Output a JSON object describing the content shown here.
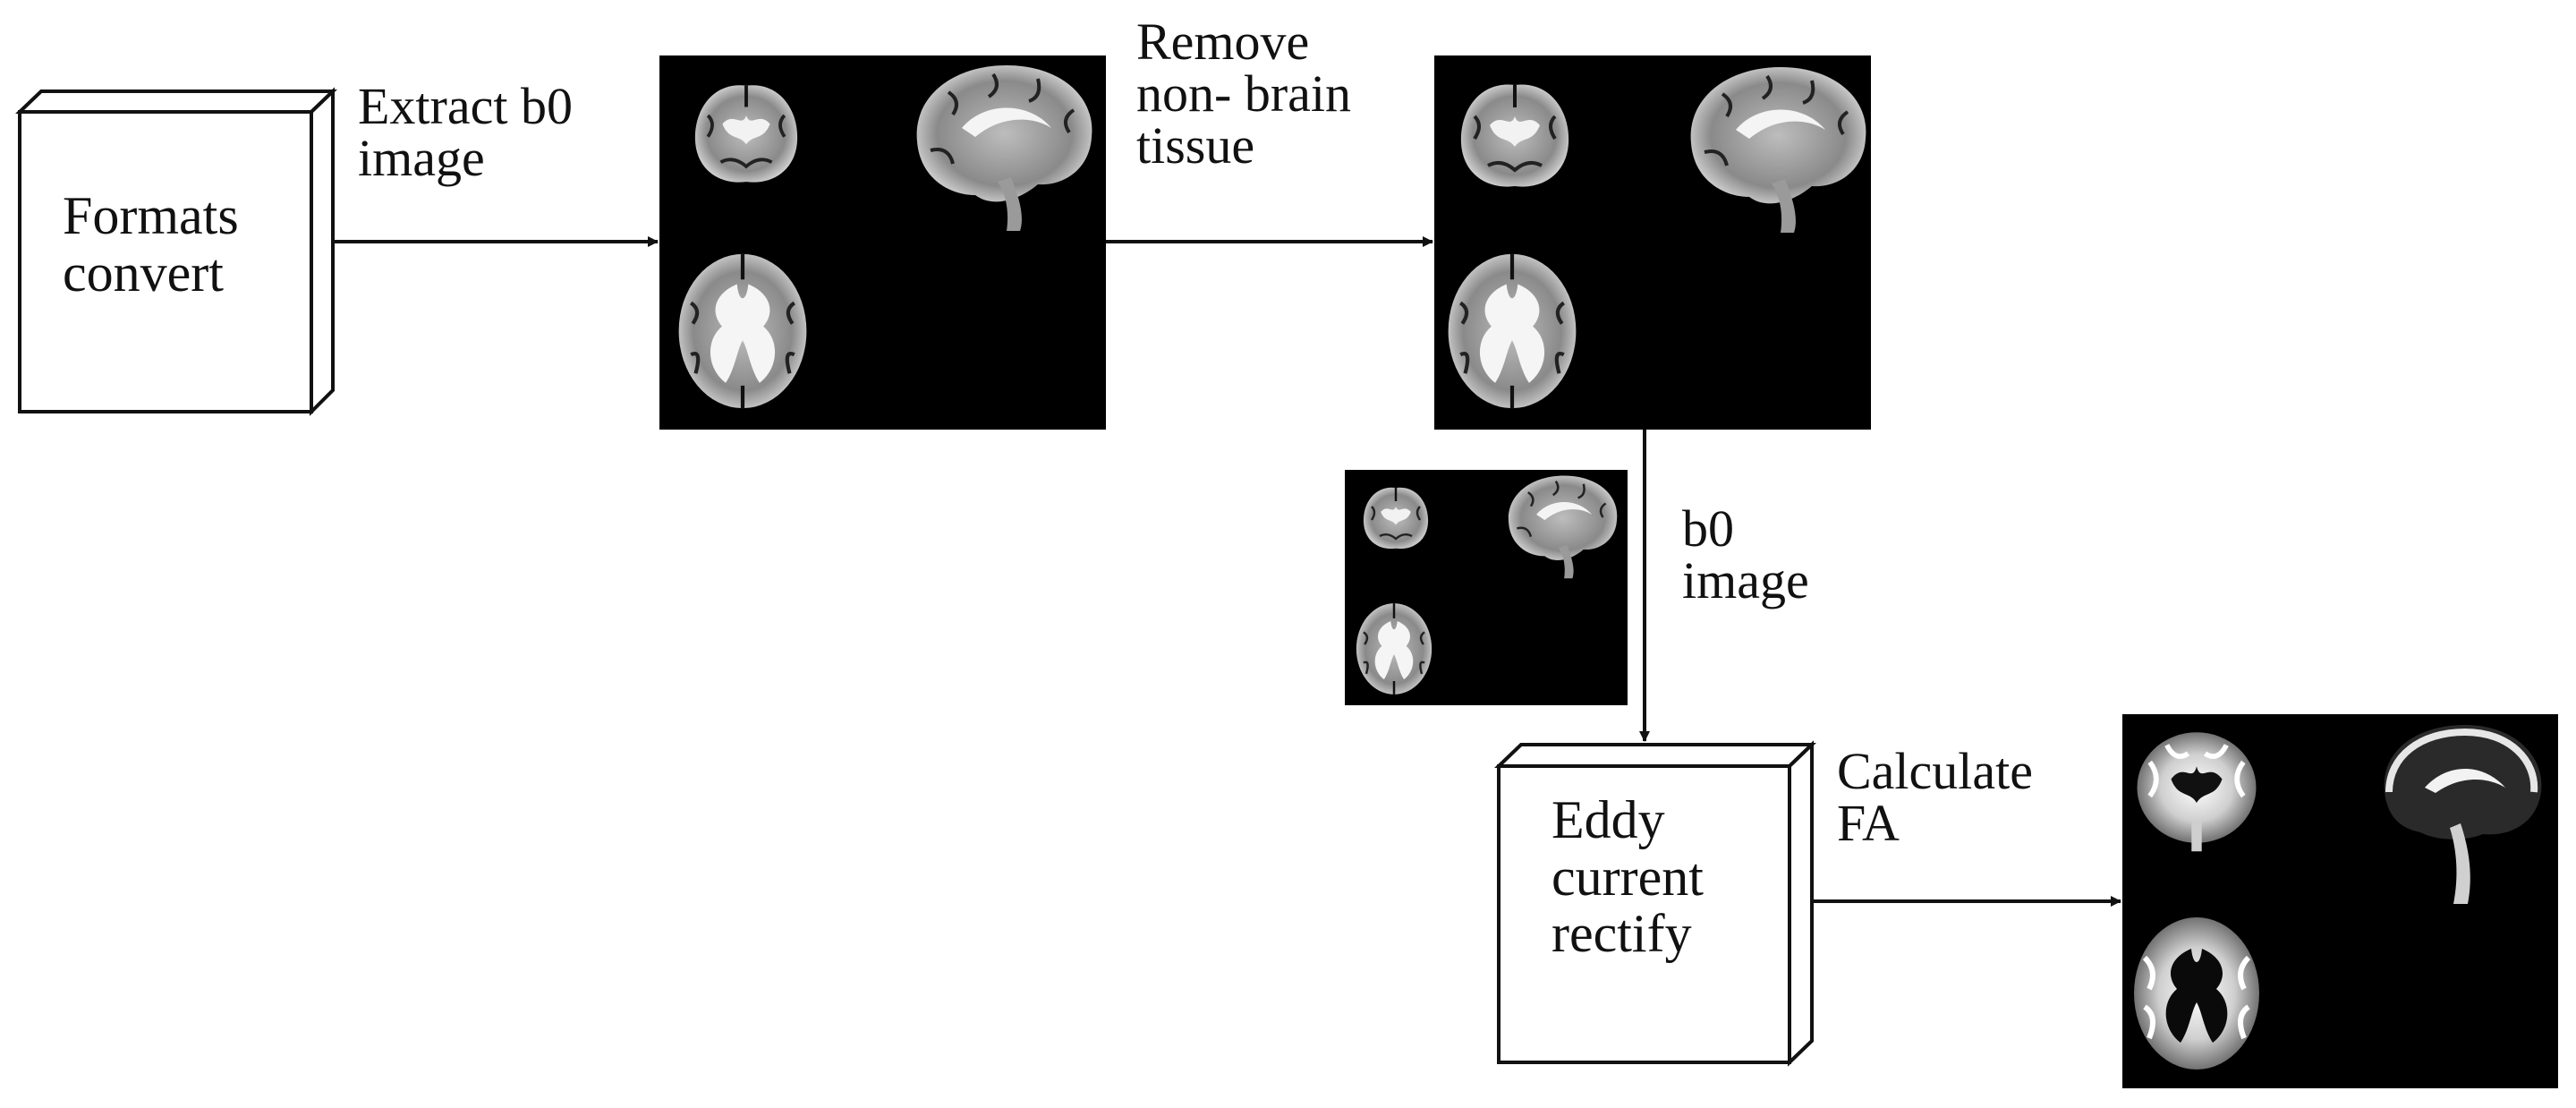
{
  "nodes": {
    "formats_convert": {
      "label": "Formats\nconvert"
    },
    "eddy_current_rectify": {
      "label": "Eddy\ncurrent\nrectify"
    }
  },
  "edges": {
    "extract_b0": {
      "label": "Extract b0\nimage"
    },
    "remove_non_brain": {
      "label": "Remove\nnon- brain\ntissue"
    },
    "b0_image": {
      "label": "b0\nimage"
    },
    "calculate_fa": {
      "label": "Calculate\nFA"
    }
  },
  "images": {
    "b0_extracted": {
      "description_icon": "brain-mri-b0-icon"
    },
    "brain_extracted": {
      "description_icon": "brain-mri-masked-icon"
    },
    "b0_reference": {
      "description_icon": "brain-mri-b0-small-icon"
    },
    "fa_map": {
      "description_icon": "brain-fa-map-icon"
    }
  },
  "colors": {
    "line": "#111111",
    "panel_bg": "#000000",
    "box_fill": "#ffffff"
  }
}
